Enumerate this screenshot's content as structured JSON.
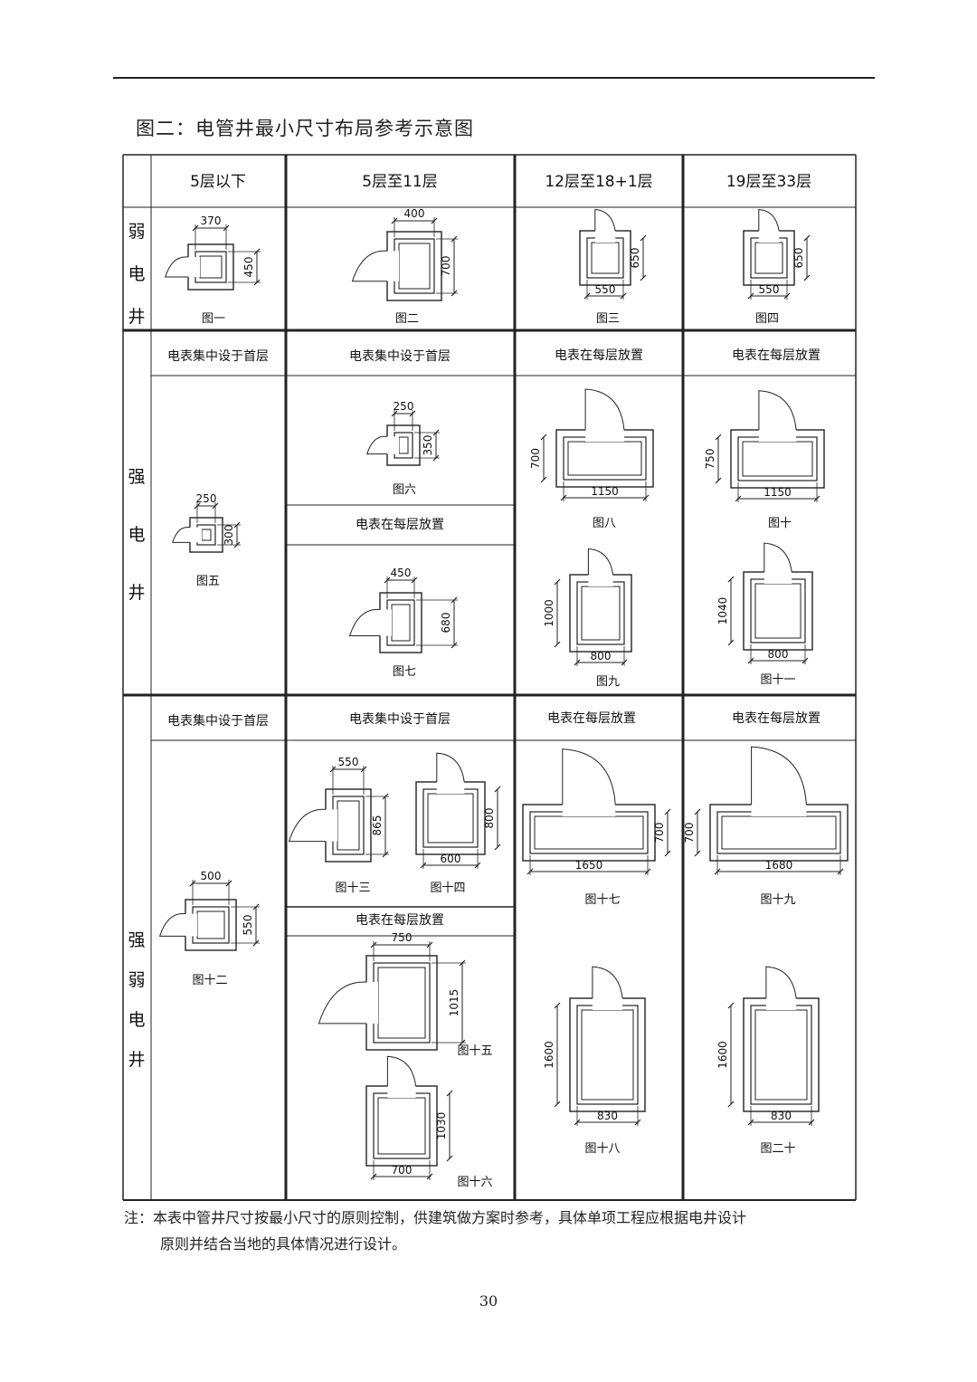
{
  "title": "图二：电管井最小尺寸布局参考示意图",
  "columns": [
    "5层以下",
    "5层至11层",
    "12层至18+1层",
    "19层至33层"
  ],
  "row_labels": {
    "weak": [
      "弱",
      "电",
      "井"
    ],
    "strong": [
      "强",
      "电",
      "井"
    ],
    "combined": [
      "强",
      "弱",
      "电",
      "井"
    ]
  },
  "sub_headers": {
    "central": "电表集中设于首层",
    "each_floor": "电表在每层放置"
  },
  "figures": [
    {
      "label": "图一",
      "w": "370",
      "h": "450"
    },
    {
      "label": "图二",
      "w": "400",
      "h": "700"
    },
    {
      "label": "图三",
      "w": "550",
      "h": "650"
    },
    {
      "label": "图四",
      "w": "550",
      "h": "650"
    },
    {
      "label": "图五",
      "w": "250",
      "h": "300"
    },
    {
      "label": "图六",
      "w": "250",
      "h": "350"
    },
    {
      "label": "图七",
      "w": "450",
      "h": "680"
    },
    {
      "label": "图八",
      "w": "1150",
      "h": "700"
    },
    {
      "label": "图九",
      "w": "800",
      "h": "1000"
    },
    {
      "label": "图十",
      "w": "1150",
      "h": "750"
    },
    {
      "label": "图十一",
      "w": "800",
      "h": "1040"
    },
    {
      "label": "图十二",
      "w": "500",
      "h": "550"
    },
    {
      "label": "图十三",
      "w": "550",
      "h": "865"
    },
    {
      "label": "图十四",
      "w": "600",
      "h": "800"
    },
    {
      "label": "图十五",
      "w": "750",
      "h": "1015"
    },
    {
      "label": "图十六",
      "w": "700",
      "h": "1030"
    },
    {
      "label": "图十七",
      "w": "1650",
      "h": "700"
    },
    {
      "label": "图十八",
      "w": "830",
      "h": "1600"
    },
    {
      "label": "图十九",
      "w": "1680",
      "h": "700"
    },
    {
      "label": "图二十",
      "w": "830",
      "h": "1600"
    }
  ],
  "note_line1": "注：本表中管井尺寸按最小尺寸的原则控制，供建筑做方案时参考，具体单项工程应根据电井设计",
  "note_line2": "原则并结合当地的具体情况进行设计。",
  "page_number": "30"
}
